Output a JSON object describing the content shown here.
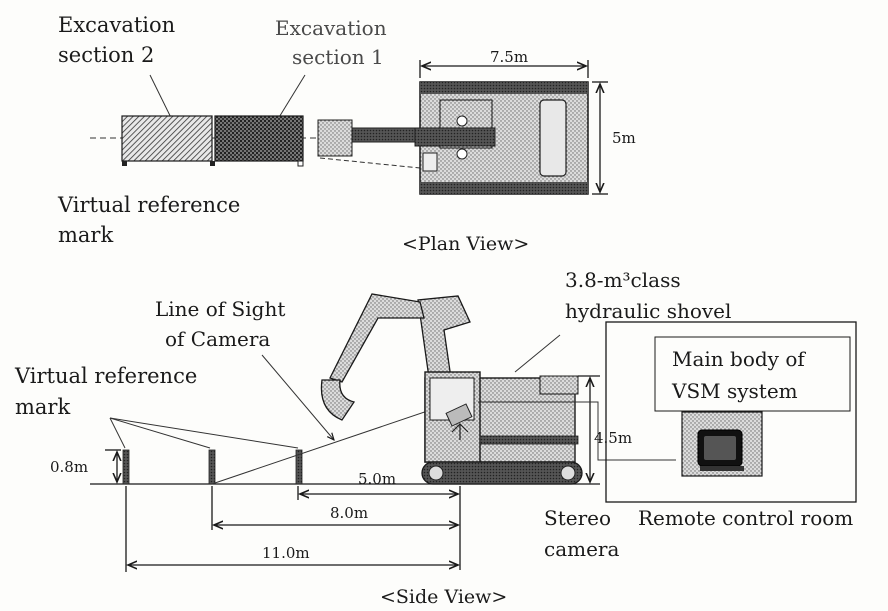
{
  "plan_view": {
    "label_section2": [
      "Excavation",
      "section 2"
    ],
    "label_section1": [
      "Excavation",
      "section 1"
    ],
    "dim_length": "7.5m",
    "dim_width": "5m",
    "label_reference": [
      "Virtual reference",
      "mark"
    ],
    "caption": "<Plan View>"
  },
  "side_view": {
    "label_shovel": [
      "3.8-m³class",
      "hydraulic shovel"
    ],
    "label_sight": [
      "Line of Sight",
      "of Camera"
    ],
    "label_reference": [
      "Virtual reference",
      "mark"
    ],
    "label_vsm": [
      "Main body of",
      "VSM system"
    ],
    "dim_mark_height": "0.8m",
    "dim_height": "4.5m",
    "dim_5": "5.0m",
    "dim_8": "8.0m",
    "dim_11": "11.0m",
    "label_camera": [
      "Stereo",
      "camera"
    ],
    "label_room": "Remote control room",
    "caption": "<Side View>"
  }
}
